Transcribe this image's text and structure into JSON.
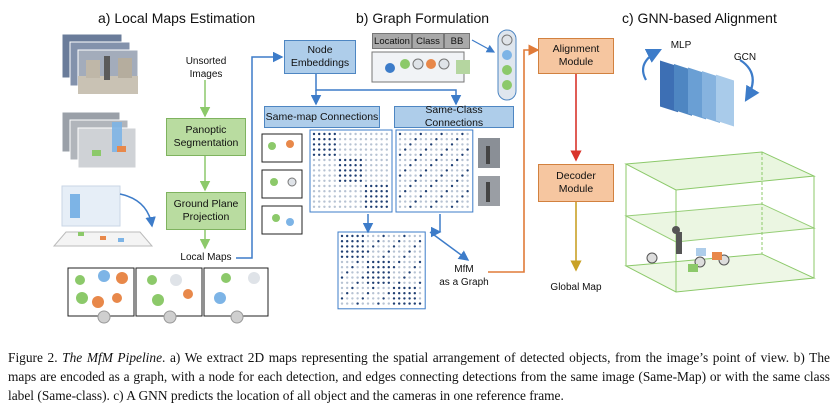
{
  "sections": {
    "a": "a) Local Maps Estimation",
    "b": "b) Graph Formulation",
    "c": "c) GNN-based Alignment"
  },
  "panel_a": {
    "unsorted_images": "Unsorted\nImages",
    "panoptic": "Panoptic\nSegmentation",
    "ground_plane": "Ground Plane\nProjection",
    "local_maps": "Local Maps"
  },
  "panel_b": {
    "node_embeddings": "Node\nEmbeddings",
    "feature_tags": [
      "Location",
      "Class",
      "BB"
    ],
    "same_map": "Same-map Connections",
    "same_class": "Same-Class Connections",
    "mfm_graph": "MfM\nas a Graph"
  },
  "panel_c": {
    "alignment": "Alignment\nModule",
    "decoder": "Decoder\nModule",
    "global_map": "Global Map",
    "mlp": "MLP",
    "gcn": "GCN"
  },
  "caption": {
    "figure_label": "Figure 2.",
    "title": "The MfM Pipeline",
    "text": ". a) We extract 2D maps representing the spatial arrangement of detected objects, from the image’s point of view. b) The maps are encoded as a graph, with a node for each detection, and edges connecting detections from the same image (Same-Map) or with the same class label (Same-class). c) A GNN predicts the location of all object and the cameras in one reference frame."
  },
  "colors": {
    "green": "#b9dca0",
    "blue": "#aecdea",
    "orange": "#f6c6a0",
    "arrow_blue": "#3d7cc9",
    "arrow_orange": "#e07b39",
    "arrow_red": "#d9342b",
    "arrow_gold": "#c9a227"
  }
}
